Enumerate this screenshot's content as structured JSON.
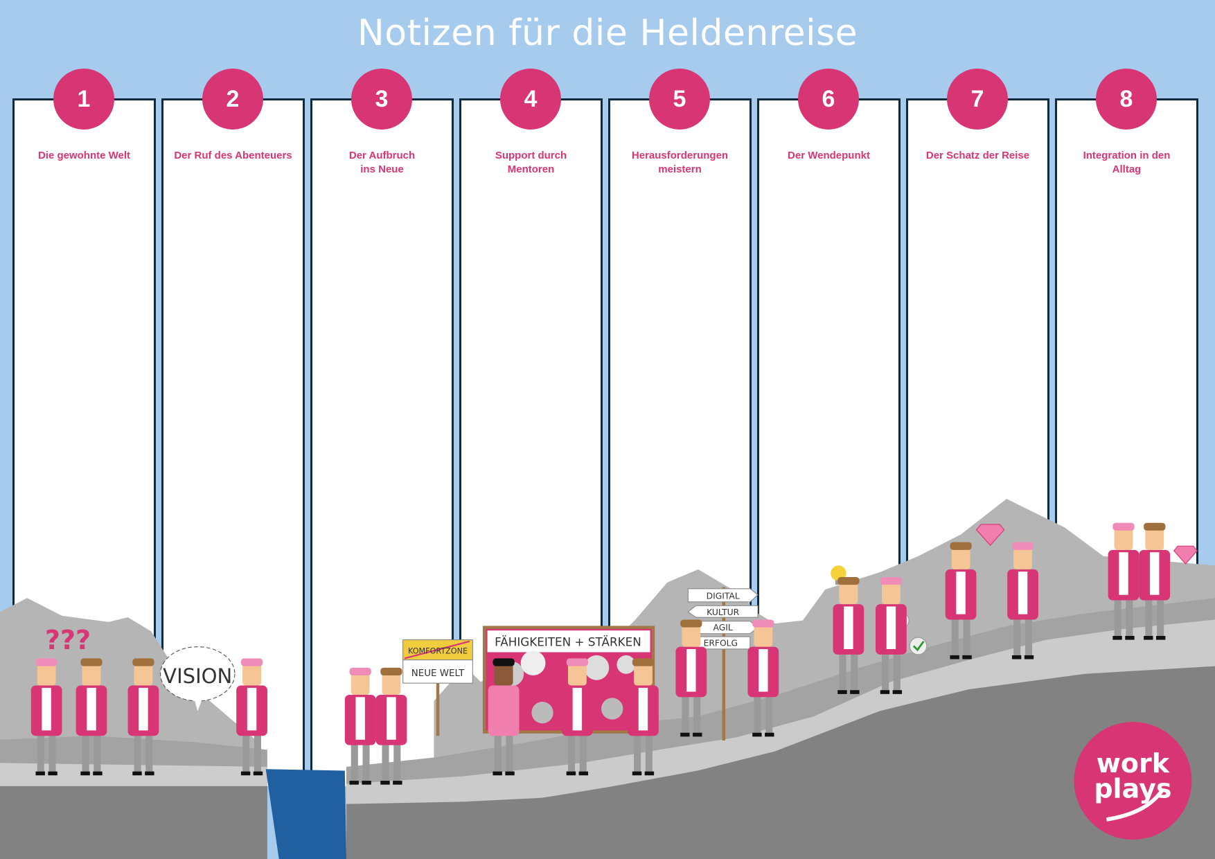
{
  "title": "Notizen für die Heldenreise",
  "colors": {
    "background": "#a7cbec",
    "accent": "#d83574",
    "border": "#0d2a3f",
    "river": "#2060a0"
  },
  "columns": [
    {
      "number": "1",
      "label": [
        "Die gewohnte Welt"
      ]
    },
    {
      "number": "2",
      "label": [
        "Der Ruf des Abenteuers"
      ]
    },
    {
      "number": "3",
      "label": [
        "Der Aufbruch",
        "ins Neue"
      ]
    },
    {
      "number": "4",
      "label": [
        "Support durch",
        "Mentoren"
      ]
    },
    {
      "number": "5",
      "label": [
        "Herausforderungen",
        "meistern"
      ]
    },
    {
      "number": "6",
      "label": [
        "Der Wendepunkt"
      ]
    },
    {
      "number": "7",
      "label": [
        "Der Schatz der Reise"
      ]
    },
    {
      "number": "8",
      "label": [
        "Integration in den",
        "Alltag"
      ]
    }
  ],
  "illustration": {
    "question_marks": "???",
    "vision_bubble": "VISION",
    "sign_old": "KOMFORTZONE",
    "sign_new": "NEUE WELT",
    "board_title": "FÄHIGKEITEN + STÄRKEN",
    "signpost": [
      "DIGITAL",
      "KULTUR",
      "AGIL",
      "ERFOLG"
    ]
  },
  "logo": {
    "line1": "work",
    "line2": "plays"
  }
}
